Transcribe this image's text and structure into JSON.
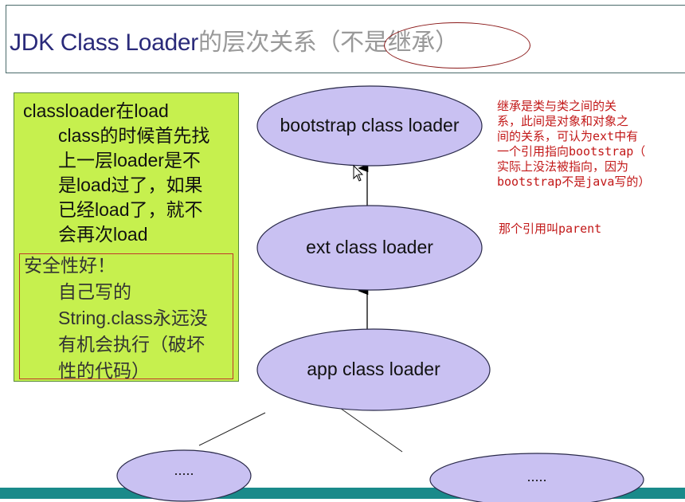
{
  "title": {
    "latin": "JDK Class Loader",
    "chinese": "的层次关系",
    "annotation": "（不是继承）"
  },
  "left_note": {
    "lines": [
      "classloader在load",
      "class的时候首先找",
      "上一层loader是不",
      "是load过了，如果",
      "已经load了，就不",
      "会再次load"
    ]
  },
  "security_note": {
    "lines": [
      "安全性好！",
      "自己写的",
      "String.class永远没",
      "有机会执行（破坏",
      "性的代码）"
    ]
  },
  "right_note": {
    "lines": [
      "继承是类与类之间的关",
      "系，此间是对象和对象之",
      "间的关系，可认为ext中有",
      "一个引用指向bootstrap（",
      "实际上没法被指向，因为",
      "bootstrap不是java写的）"
    ],
    "parent_line": "那个引用叫parent"
  },
  "nodes": {
    "bootstrap": "bootstrap class loader",
    "ext": "ext class loader",
    "app": "app class loader",
    "child_left": ".....",
    "child_right": "....."
  },
  "colors": {
    "node_fill": "#c9c1f2",
    "note_bg": "#c6f04e",
    "red_text": "#c21818",
    "bar": "#1a8a8a"
  }
}
